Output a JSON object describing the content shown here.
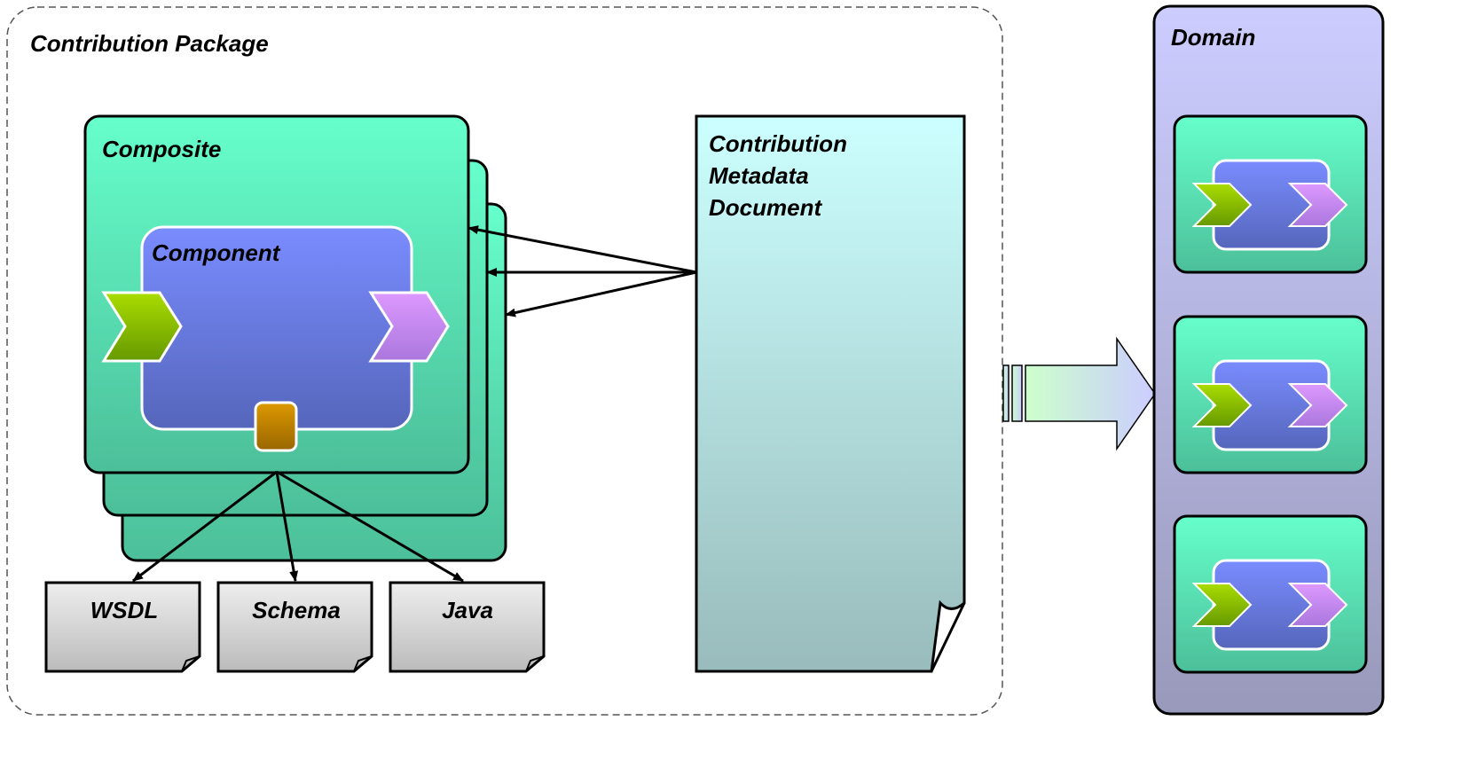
{
  "contribution_package": {
    "label": "Contribution Package"
  },
  "composite": {
    "label": "Composite"
  },
  "component": {
    "label": "Component"
  },
  "metadata_document": {
    "lines": [
      "Contribution",
      "Metadata",
      "Document"
    ]
  },
  "artifacts": [
    {
      "label": "WSDL"
    },
    {
      "label": "Schema"
    },
    {
      "label": "Java"
    }
  ],
  "domain": {
    "label": "Domain"
  },
  "icons": {
    "service": "chevron-green-icon",
    "reference": "chevron-purple-icon",
    "property": "property-square-icon"
  },
  "colors": {
    "composite_top": "#66ffcc",
    "composite_bottom": "#4cbf99",
    "component_top": "#7a8cff",
    "component_bottom": "#5566bb",
    "service_chevron": "#88bb00",
    "reference_chevron": "#bb88ee",
    "property": "#cc8800",
    "metadata_top": "#ccffff",
    "metadata_bottom": "#99bbbb",
    "domain_top": "#ccccff",
    "domain_bottom": "#9999bb",
    "artifact": "#cccccc"
  }
}
